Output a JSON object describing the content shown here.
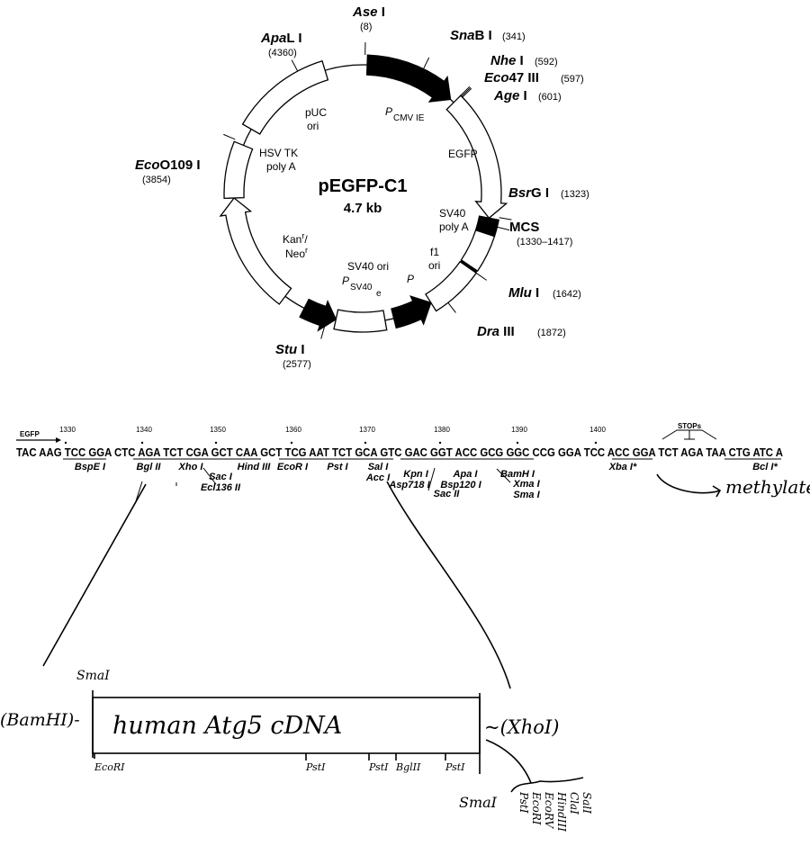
{
  "plasmid": {
    "name": "pEGFP-C1",
    "size": "4.7 kb",
    "total_bp": 4731,
    "features": {
      "pcmv": "P",
      "pcmv_sub": "CMV IE",
      "egfp": "EGFP",
      "sv40pa1": "SV40",
      "sv40pa2": "poly A",
      "f1a": "f1",
      "f1b": "ori",
      "p": "P",
      "sv40ori": "SV40 ori",
      "psv40": "P",
      "psv40_sub": "SV40",
      "psv40_sub2": "e",
      "kan1": "Kan",
      "kan_sup": "r",
      "kan2": "/",
      "neo": "Neo",
      "neo_sup": "r",
      "hsv1": "HSV TK",
      "hsv2": "poly A",
      "puc1": "pUC",
      "puc2": "ori"
    },
    "sites": [
      {
        "name": "Ase",
        "suffix": " I",
        "pos": "(8)"
      },
      {
        "name": "Sna",
        "suffix": "B I",
        "pos": "(341)"
      },
      {
        "name": "Nhe",
        "suffix": " I",
        "pos": "(592)"
      },
      {
        "name": "Eco",
        "suffix": "47 III",
        "pos": "(597)"
      },
      {
        "name": "Age",
        "suffix": " I",
        "pos": "(601)"
      },
      {
        "name": "Bsr",
        "suffix": "G I",
        "pos": "(1323)"
      },
      {
        "name": "MCS",
        "suffix": "",
        "pos": "(1330–1417)"
      },
      {
        "name": "Mlu",
        "suffix": " I",
        "pos": "(1642)"
      },
      {
        "name": "Dra",
        "suffix": " III",
        "pos": "(1872)"
      },
      {
        "name": "Stu",
        "suffix": " I",
        "pos": "(2577)"
      },
      {
        "name": "Eco",
        "suffix": "O109 I",
        "pos": "(3854)"
      },
      {
        "name": "Apa",
        "suffix": "L I",
        "pos": "(4360)"
      }
    ]
  },
  "mcs": {
    "egfp_label": "EGFP",
    "positions": [
      "1330",
      "1340",
      "1350",
      "1360",
      "1370",
      "1380",
      "1390",
      "1400"
    ],
    "sequence": "TAC AAG TCC GGA CTC AGA TCT CGA GCT CAA GCT TCG AAT TCT GCA GTC GAC GGT ACC GCG GGC CCG GGA TCC ACC GGA TCT AGA TAA CTG ATC A",
    "stops": "STOPs",
    "enzymes": [
      "BspE I",
      "Bgl II",
      "Xho I",
      "Sac I",
      "Ecl136 II",
      "Hind III",
      "EcoR I",
      "Pst I",
      "Sal I",
      "Acc I",
      "Kpn I",
      "Asp718 I",
      "Sac II",
      "Apa I",
      "Bsp120 I",
      "BamH I",
      "Xma I",
      "Sma I",
      "Xba I*",
      "Bcl I*"
    ]
  },
  "handwritten": {
    "methylate": "methylate",
    "smai_top": "SmaI",
    "bamhi": "(BamHI)-",
    "insert": "human Atg5 cDNA",
    "xhoi": "~(XhoI)",
    "insert_sites": [
      "EcoRI",
      "PstI",
      "PstI",
      "BglII",
      "PstI"
    ],
    "smai_bottom": "SmaI",
    "mcs_list": [
      "PstI",
      "EcoRI",
      "EcoRV",
      "HindIII",
      "ClaI",
      "SalI"
    ]
  }
}
